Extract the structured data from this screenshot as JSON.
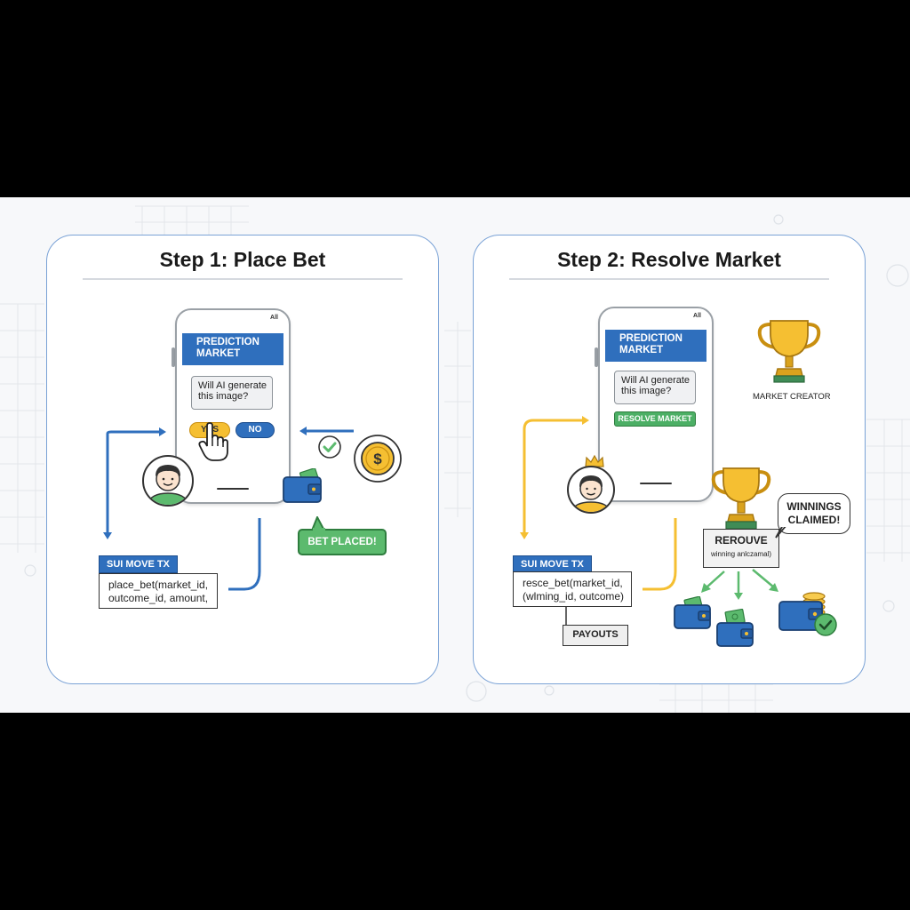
{
  "step1": {
    "title": "Step 1: Place Bet",
    "phone": {
      "status": "All",
      "header": "PREDICTION MARKET",
      "question": "Will AI generate this image?",
      "yes_label": "YES",
      "no_label": "NO"
    },
    "tx_tab": "SUI MOVE TX",
    "tx_code_line1": "place_bet(market_id,",
    "tx_code_line2": "outcome_id, amount,",
    "bubble": "BET PLACED!",
    "coin_symbol": "$"
  },
  "step2": {
    "title": "Step 2: Resolve Market",
    "phone": {
      "status": "All",
      "header": "PREDICTION MARKET",
      "question": "Will AI generate this image?",
      "resolve_button": "RESOLVE MARKET"
    },
    "creator_label": "MARKET CREATOR",
    "tx_tab": "SUI MOVE TX",
    "tx_code_line1": "resce_bet(market_id,",
    "tx_code_line2": "(wlming_id, outcome)",
    "payouts_label": "PAYOUTS",
    "resolve_box_title": "REROUVE",
    "resolve_box_sub": "winning anlczamal)",
    "winnings_bubble": "WINNINGS CLAIMED!"
  },
  "colors": {
    "blue": "#2f6fbd",
    "yellow": "#f5bf32",
    "green": "#5cba6e",
    "panel_border": "#7aa2d6"
  },
  "icons": [
    "user-avatar-icon",
    "hand-pointer-icon",
    "wallet-icon",
    "coin-icon",
    "check-icon",
    "trophy-icon",
    "crown-icon",
    "coin-stack-icon"
  ]
}
